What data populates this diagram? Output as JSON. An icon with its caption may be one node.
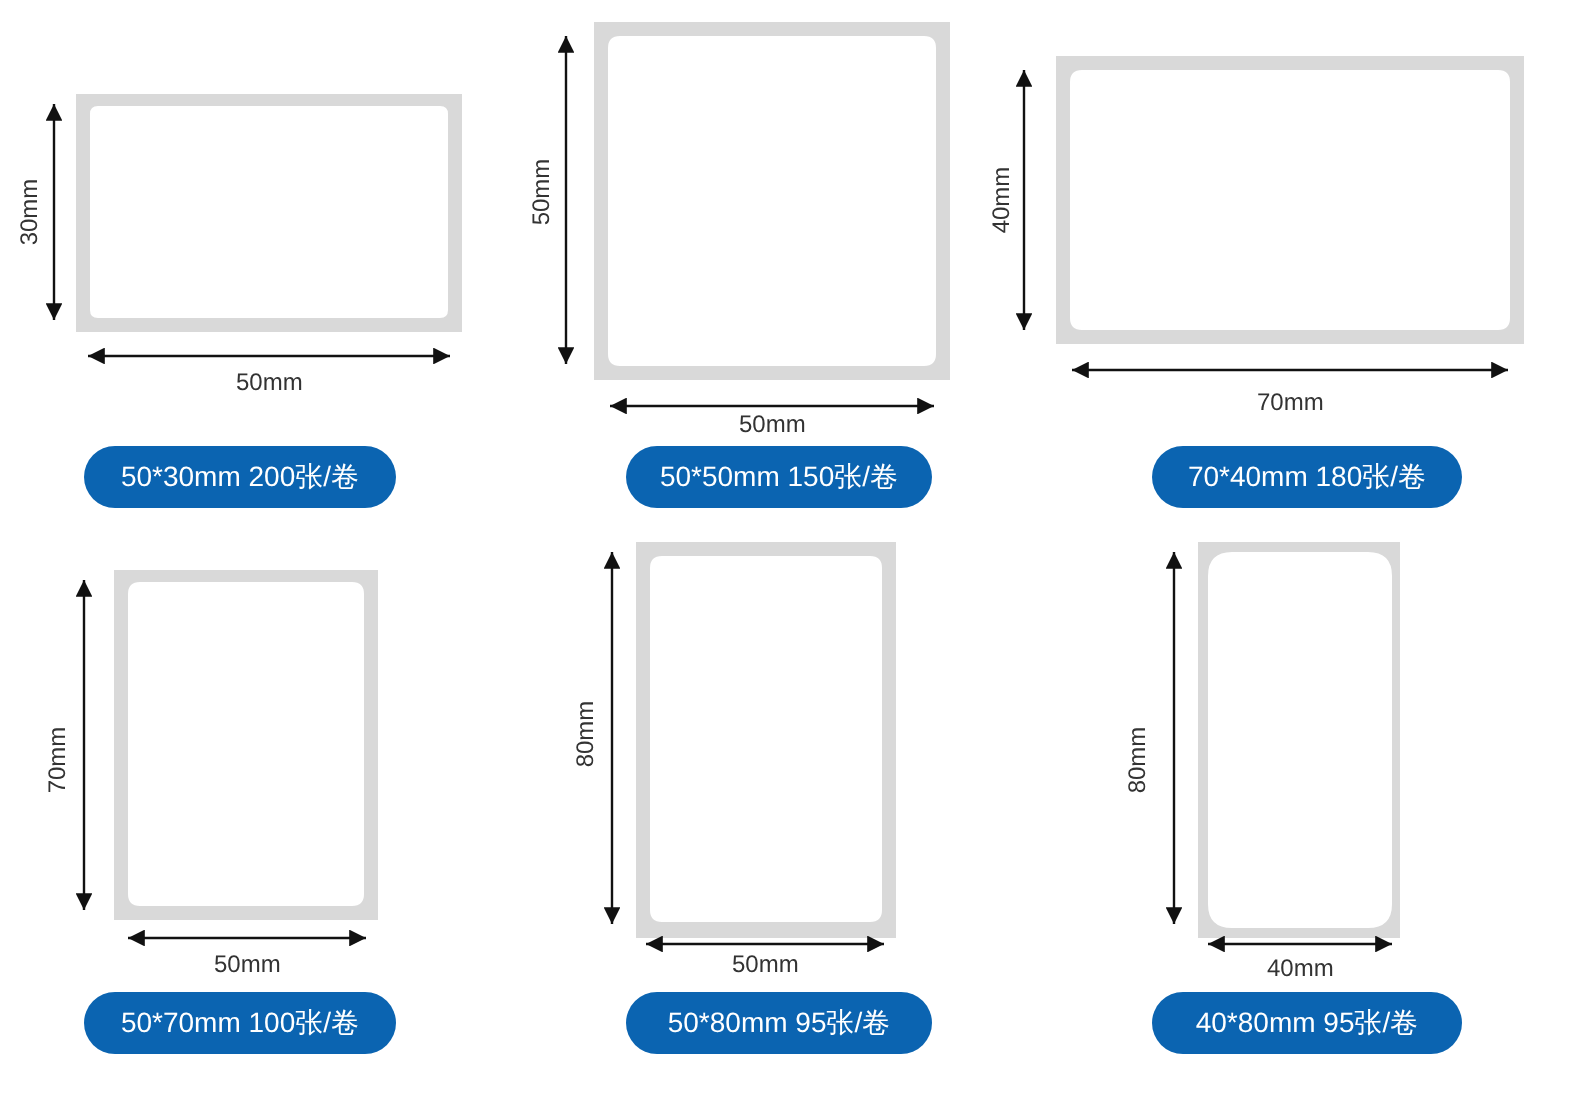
{
  "diagram": {
    "nodes": [
      {
        "text": [
          "50*30mm 200张/卷"
        ]
      },
      {
        "text": [
          "50*50mm 150张/卷"
        ]
      },
      {
        "text": [
          "70*40mm 180张/卷"
        ]
      },
      {
        "text": [
          "50*70mm 100张/卷"
        ]
      },
      {
        "text": [
          "50*80mm 95张/卷"
        ]
      },
      {
        "text": [
          "40*80mm 95张/卷"
        ]
      }
    ],
    "labels": [
      "30mm",
      "50mm",
      "50mm",
      "50mm",
      "40mm",
      "70mm",
      "70mm",
      "50mm",
      "80mm",
      "50mm",
      "80mm",
      "40mm"
    ]
  }
}
